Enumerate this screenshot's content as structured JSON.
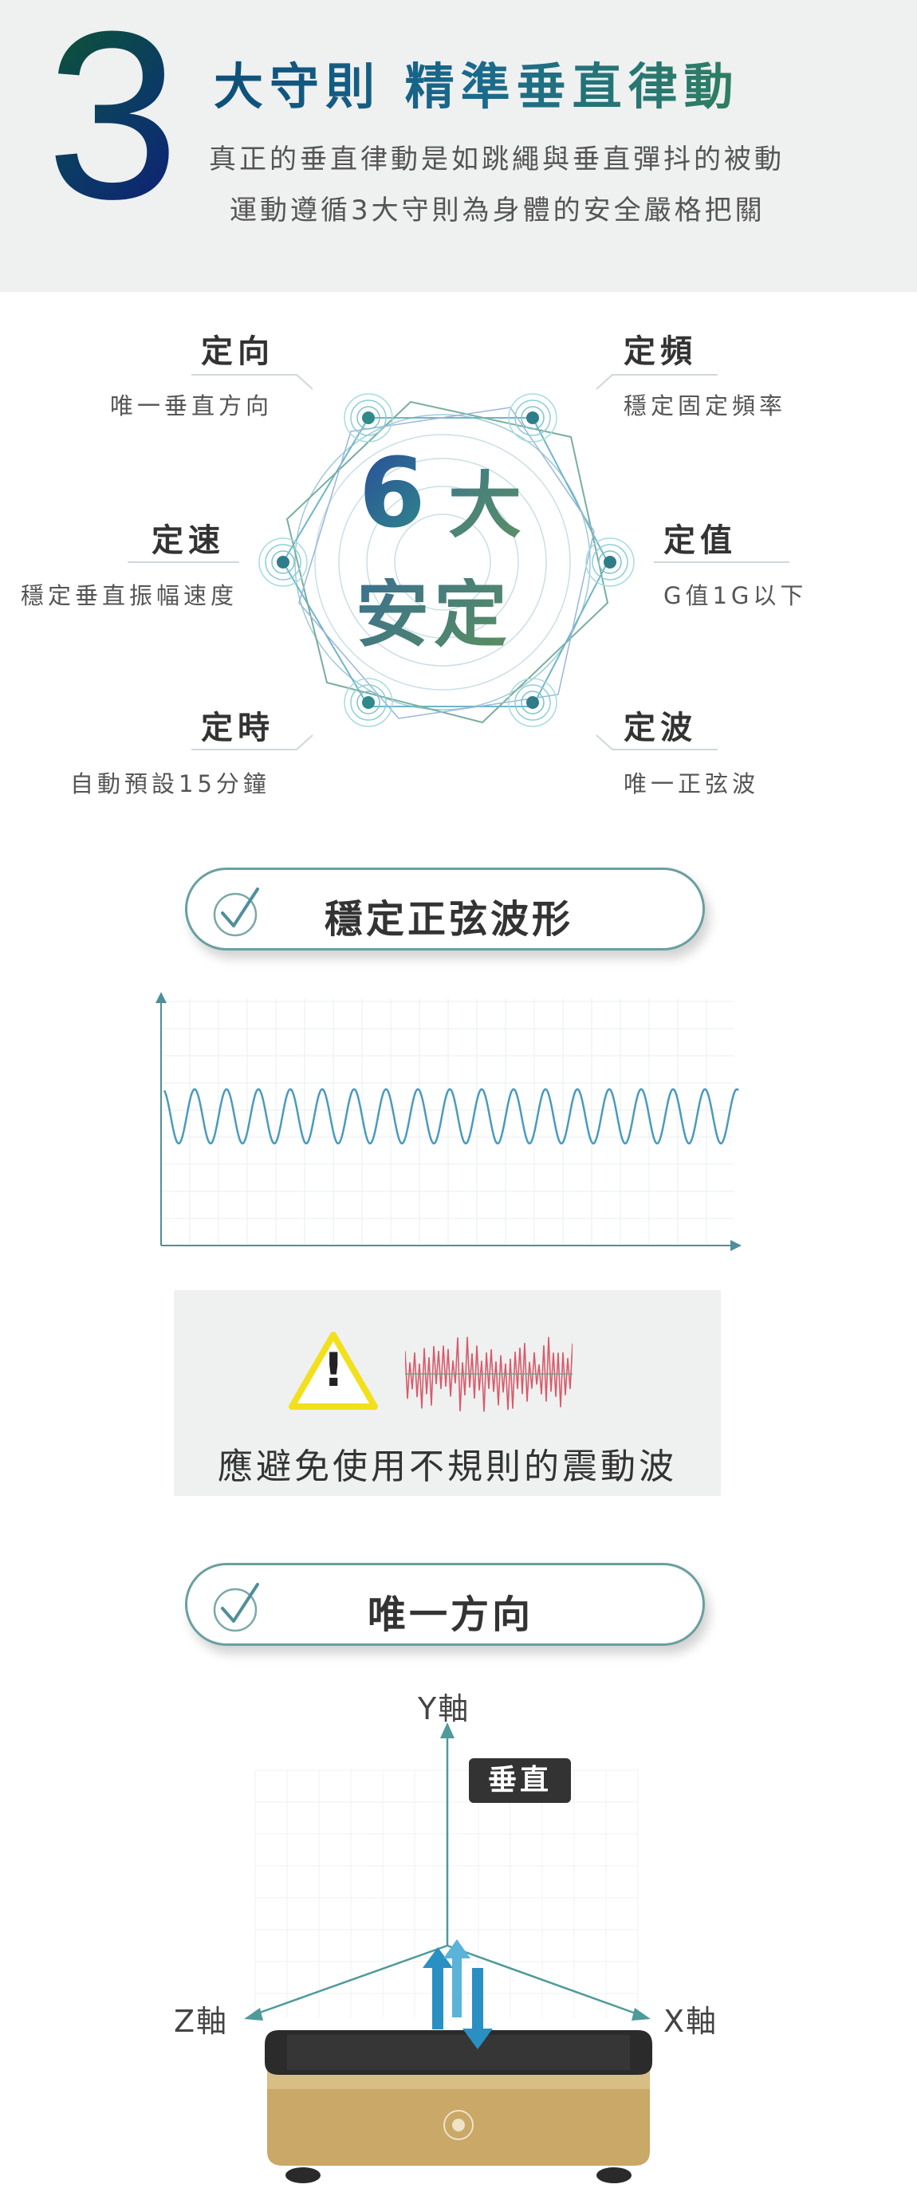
{
  "header": {
    "number": "3",
    "title": "大守則 精準垂直律動",
    "subtitle_line1": "真正的垂直律動是如跳繩與垂直彈抖的被動",
    "subtitle_line2": "運動遵循3大守則為身體的安全嚴格把關"
  },
  "center": {
    "six": "6",
    "da": "大",
    "anding": "安定"
  },
  "principles": [
    {
      "name": "定向",
      "desc": "唯一垂直方向"
    },
    {
      "name": "定頻",
      "desc": "穩定固定頻率"
    },
    {
      "name": "定速",
      "desc": "穩定垂直振幅速度"
    },
    {
      "name": "定值",
      "desc": "G值1G以下"
    },
    {
      "name": "定時",
      "desc": "自動預設15分鐘"
    },
    {
      "name": "定波",
      "desc": "唯一正弦波"
    }
  ],
  "section1": {
    "label": "穩定正弦波形"
  },
  "warning": {
    "text": "應避免使用不規則的震動波",
    "symbol": "!"
  },
  "section2": {
    "label": "唯一方向"
  },
  "axes": {
    "y": "Y軸",
    "z": "Z軸",
    "x": "X軸",
    "vertical_badge": "垂直"
  },
  "colors": {
    "accent": "#3a8fb0",
    "wave": "#4a9abf",
    "warning_yellow": "#f2e01c",
    "noise_red": "#d85a6a"
  }
}
